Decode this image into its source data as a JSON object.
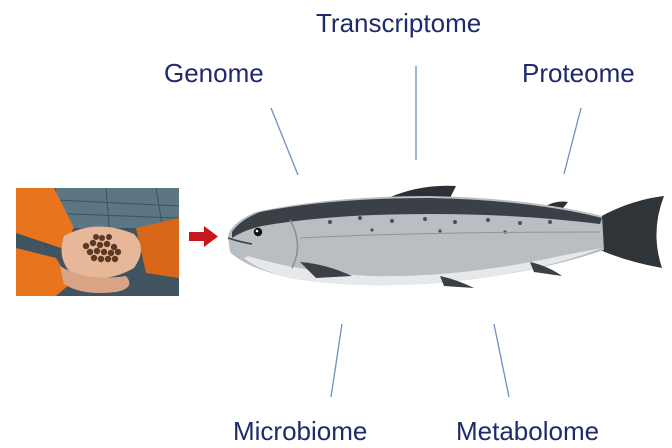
{
  "labels": {
    "top_center": "Transcriptome",
    "top_left": "Genome",
    "top_right": "Proteome",
    "bottom_left": "Microbiome",
    "bottom_right": "Metabolome"
  },
  "colors": {
    "label_text": "#1f2a6b",
    "connector_line": "#6f8fc4",
    "arrow": "#c8161e",
    "fish_back": "#2e3236",
    "fish_silver": "#b9bec3",
    "fish_belly": "#e6e8ea",
    "glove": "#e8741e"
  },
  "icons": {
    "photo": "hands-holding-feed-pellets-photo",
    "arrow": "right-arrow-icon",
    "fish": "salmon-illustration"
  }
}
